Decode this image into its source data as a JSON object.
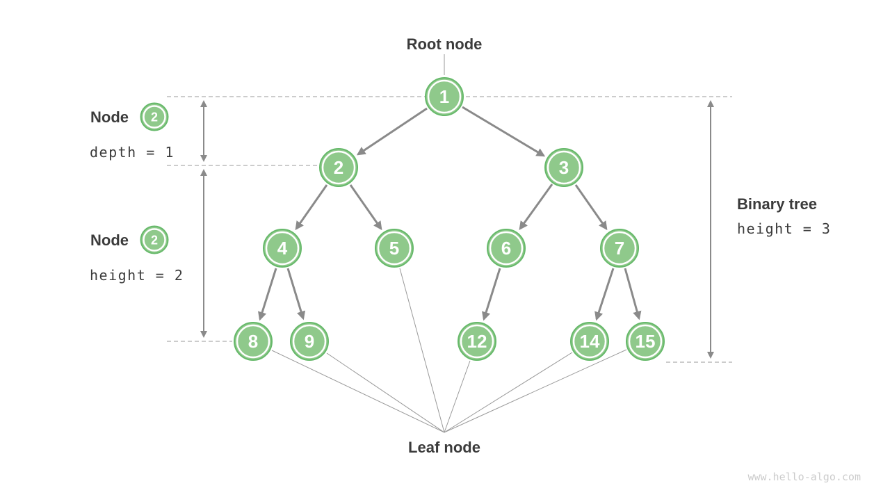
{
  "annotations": {
    "root_label": "Root node",
    "leaf_label": "Leaf node",
    "left_depth": {
      "label": "Node",
      "badge": "2",
      "metric": "depth = 1"
    },
    "left_height": {
      "label": "Node",
      "badge": "2",
      "metric": "height = 2"
    },
    "right_height": {
      "label": "Binary tree",
      "metric": "height = 3"
    },
    "watermark": "www.hello-algo.com"
  },
  "tree": {
    "nodes": [
      {
        "value": "1"
      },
      {
        "value": "2"
      },
      {
        "value": "3"
      },
      {
        "value": "4"
      },
      {
        "value": "5"
      },
      {
        "value": "6"
      },
      {
        "value": "7"
      },
      {
        "value": "8"
      },
      {
        "value": "9"
      },
      {
        "value": "12"
      },
      {
        "value": "14"
      },
      {
        "value": "15"
      }
    ],
    "edges": [
      [
        "1",
        "2"
      ],
      [
        "1",
        "3"
      ],
      [
        "2",
        "4"
      ],
      [
        "2",
        "5"
      ],
      [
        "3",
        "6"
      ],
      [
        "3",
        "7"
      ],
      [
        "4",
        "8"
      ],
      [
        "4",
        "9"
      ],
      [
        "6",
        "12"
      ],
      [
        "7",
        "14"
      ],
      [
        "7",
        "15"
      ]
    ],
    "leaf_values": [
      "8",
      "9",
      "5",
      "12",
      "14",
      "15"
    ]
  },
  "colors": {
    "node_fill": "#8fc98b",
    "node_border": "#66b96a",
    "node_text": "#ffffff",
    "edge_gray": "#8a8a8a",
    "thin_line": "#999999",
    "dashed_line": "#adadad",
    "label_dark": "#3b3b3b",
    "watermark": "#cccccc"
  }
}
